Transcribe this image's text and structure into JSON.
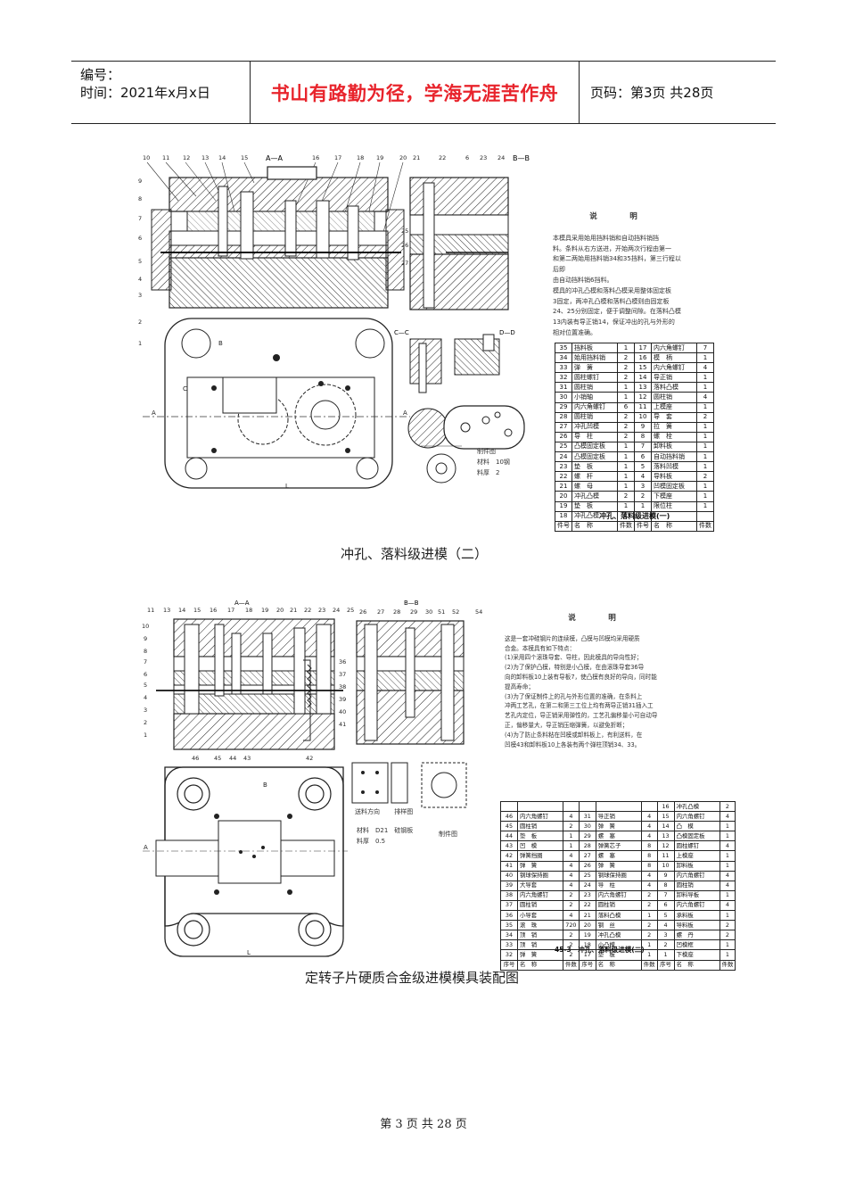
{
  "header": {
    "number_label": "编号：",
    "time_label": "时间：2021年x月x日",
    "motto": "书山有路勤为径，学海无涯苦作舟",
    "page_info": "页码：第3页  共28页"
  },
  "figure1": {
    "caption": "冲孔、落料级进模（二）",
    "section_labels": [
      "A—A",
      "B—B",
      "C—C",
      "D—D"
    ],
    "notes_title": "说　明",
    "notes_lines": [
      "本模具采用始用挡料销和自动挡料销挡",
      "料。条料从右方送进，开始两次行程由第一",
      "和第二两始用挡料销34和35挡料，第三行程以后即",
      "由自动挡料销6挡料。",
      "模具的冲孔凸模和落料凸模采用整体固定板",
      "3固定，两冲孔凸模和落料凸模则由固定板",
      "24、25分别固定，便于调整间隙。在落料凸模",
      "13内装有导正销14，保证冲出的孔与外形的",
      "相对位置准确。"
    ],
    "part_note": [
      "制件图",
      "材料　10钢",
      "料厚　2"
    ],
    "table_title": "冲孔、落料级进模(一)",
    "table_footer": [
      "件号",
      "名　称",
      "件数",
      "件号",
      "名　称",
      "件数"
    ],
    "table_rows": [
      [
        "35",
        "挡料板",
        "1",
        "17",
        "内六角螺钉",
        "7"
      ],
      [
        "34",
        "始用挡料销",
        "2",
        "16",
        "模　柄",
        "1"
      ],
      [
        "33",
        "弹　簧",
        "2",
        "15",
        "内六角螺钉",
        "4"
      ],
      [
        "32",
        "圆柱螺钉",
        "2",
        "14",
        "导正销",
        "1"
      ],
      [
        "31",
        "圆柱销",
        "1",
        "13",
        "落料凸模",
        "1"
      ],
      [
        "30",
        "小销轴",
        "1",
        "12",
        "圆柱销",
        "4"
      ],
      [
        "29",
        "内六角螺钉",
        "6",
        "11",
        "上模座",
        "1"
      ],
      [
        "28",
        "圆柱销",
        "2",
        "10",
        "导　套",
        "2"
      ],
      [
        "27",
        "冲孔凹模",
        "2",
        "9",
        "拉　簧",
        "1"
      ],
      [
        "26",
        "导　柱",
        "2",
        "8",
        "螺　栓",
        "1"
      ],
      [
        "25",
        "凸模固定板",
        "1",
        "7",
        "卸料板",
        "1"
      ],
      [
        "24",
        "凸模固定板",
        "1",
        "6",
        "自动挡料销",
        "1"
      ],
      [
        "23",
        "垫　板",
        "1",
        "5",
        "落料凹模",
        "1"
      ],
      [
        "22",
        "螺　杆",
        "1",
        "4",
        "导料板",
        "2"
      ],
      [
        "21",
        "螺　母",
        "1",
        "3",
        "凹模固定板",
        "1"
      ],
      [
        "20",
        "冲孔凸模",
        "2",
        "2",
        "下模座",
        "1"
      ],
      [
        "19",
        "垫　板",
        "1",
        "1",
        "限位柱",
        "1"
      ],
      [
        "18",
        "冲孔凸模",
        "1",
        "",
        "",
        ""
      ]
    ]
  },
  "figure2": {
    "caption": "定转子片硬质合金级进模模具装配图",
    "section_labels": [
      "A—A",
      "B—B"
    ],
    "notes_title": "说　明",
    "notes_lines": [
      "这是一套冲硅钢片的连续模，凸模与凹模均采用硬质",
      "合金。本模具有如下特点：",
      "(1)采用四个滚珠导套、导柱，因此模具的导向性好；",
      "(2)为了保护凸模，特别是小凸模，在由滚珠导套36导",
      "向的卸料板10上装有导板7，使凸模有良好的导向，同时能",
      "提高寿命；",
      "(3)为了保证制件上的孔与外形位置的准确，在条料上",
      "冲两工艺孔，在第二和第三工位上均有两导正销31插入工",
      "艺孔内定位，导正销采用弹性的，工艺孔偏移量小可自动导",
      "正，偏移量大，导正销压缩弹簧，以避免折断；",
      "(4)为了防止条料粘在凹模或卸料板上，有利送料，在",
      "凹模43和卸料板10上各装有两个弹柱顶销34、33。"
    ],
    "strip_labels": [
      "送料方向",
      "排样图",
      "制件图"
    ],
    "material_note": [
      "材料　D21　硅钢板",
      "料厚　0.5"
    ],
    "table_title": "45-3　冲孔、落料级进模(二)",
    "table_footer": [
      "序号",
      "名　称",
      "件数",
      "序号",
      "名　称",
      "件数",
      "序号",
      "名　称",
      "件数"
    ],
    "table_rows": [
      [
        "",
        "",
        "",
        "",
        "",
        "",
        "16",
        "冲孔凸模",
        "2"
      ],
      [
        "46",
        "内六角螺钉",
        "4",
        "31",
        "导正销",
        "4",
        "15",
        "内六角螺钉",
        "4"
      ],
      [
        "45",
        "圆柱销",
        "2",
        "30",
        "弹　簧",
        "4",
        "14",
        "凸　模",
        "1"
      ],
      [
        "44",
        "垫　板",
        "1",
        "29",
        "螺　塞",
        "4",
        "13",
        "凸模固定板",
        "1"
      ],
      [
        "43",
        "凹　模",
        "1",
        "28",
        "弹簧芯子",
        "8",
        "12",
        "圆柱螺钉",
        "4"
      ],
      [
        "42",
        "弹簧挡圈",
        "4",
        "27",
        "螺　塞",
        "8",
        "11",
        "上模座",
        "1"
      ],
      [
        "41",
        "弹　簧",
        "4",
        "26",
        "弹　簧",
        "8",
        "10",
        "卸料板",
        "1"
      ],
      [
        "40",
        "钢球保持圈",
        "4",
        "25",
        "钢球保持圈",
        "4",
        "9",
        "内六角螺钉",
        "4"
      ],
      [
        "39",
        "大导套",
        "4",
        "24",
        "导　柱",
        "4",
        "8",
        "圆柱销",
        "4"
      ],
      [
        "38",
        "内六角螺钉",
        "2",
        "23",
        "内六角螺钉",
        "2",
        "7",
        "卸料导板",
        "1"
      ],
      [
        "37",
        "圆柱销",
        "2",
        "22",
        "圆柱销",
        "2",
        "6",
        "内六角螺钉",
        "4"
      ],
      [
        "36",
        "小导套",
        "4",
        "21",
        "落料凸模",
        "1",
        "5",
        "承料板",
        "1"
      ],
      [
        "35",
        "滚　珠",
        "720",
        "20",
        "钢　丝",
        "2",
        "4",
        "导料板",
        "2"
      ],
      [
        "34",
        "顶　销",
        "2",
        "19",
        "冲孔凸模",
        "2",
        "3",
        "螺　丹",
        "2"
      ],
      [
        "33",
        "顶　销",
        "2",
        "18",
        "小凸模",
        "1",
        "2",
        "凹模框",
        "1"
      ],
      [
        "32",
        "弹　簧",
        "2",
        "17",
        "垫　板",
        "1",
        "1",
        "下模座",
        "1"
      ]
    ]
  },
  "footer": {
    "text": "第 3 页 共 28 页"
  }
}
